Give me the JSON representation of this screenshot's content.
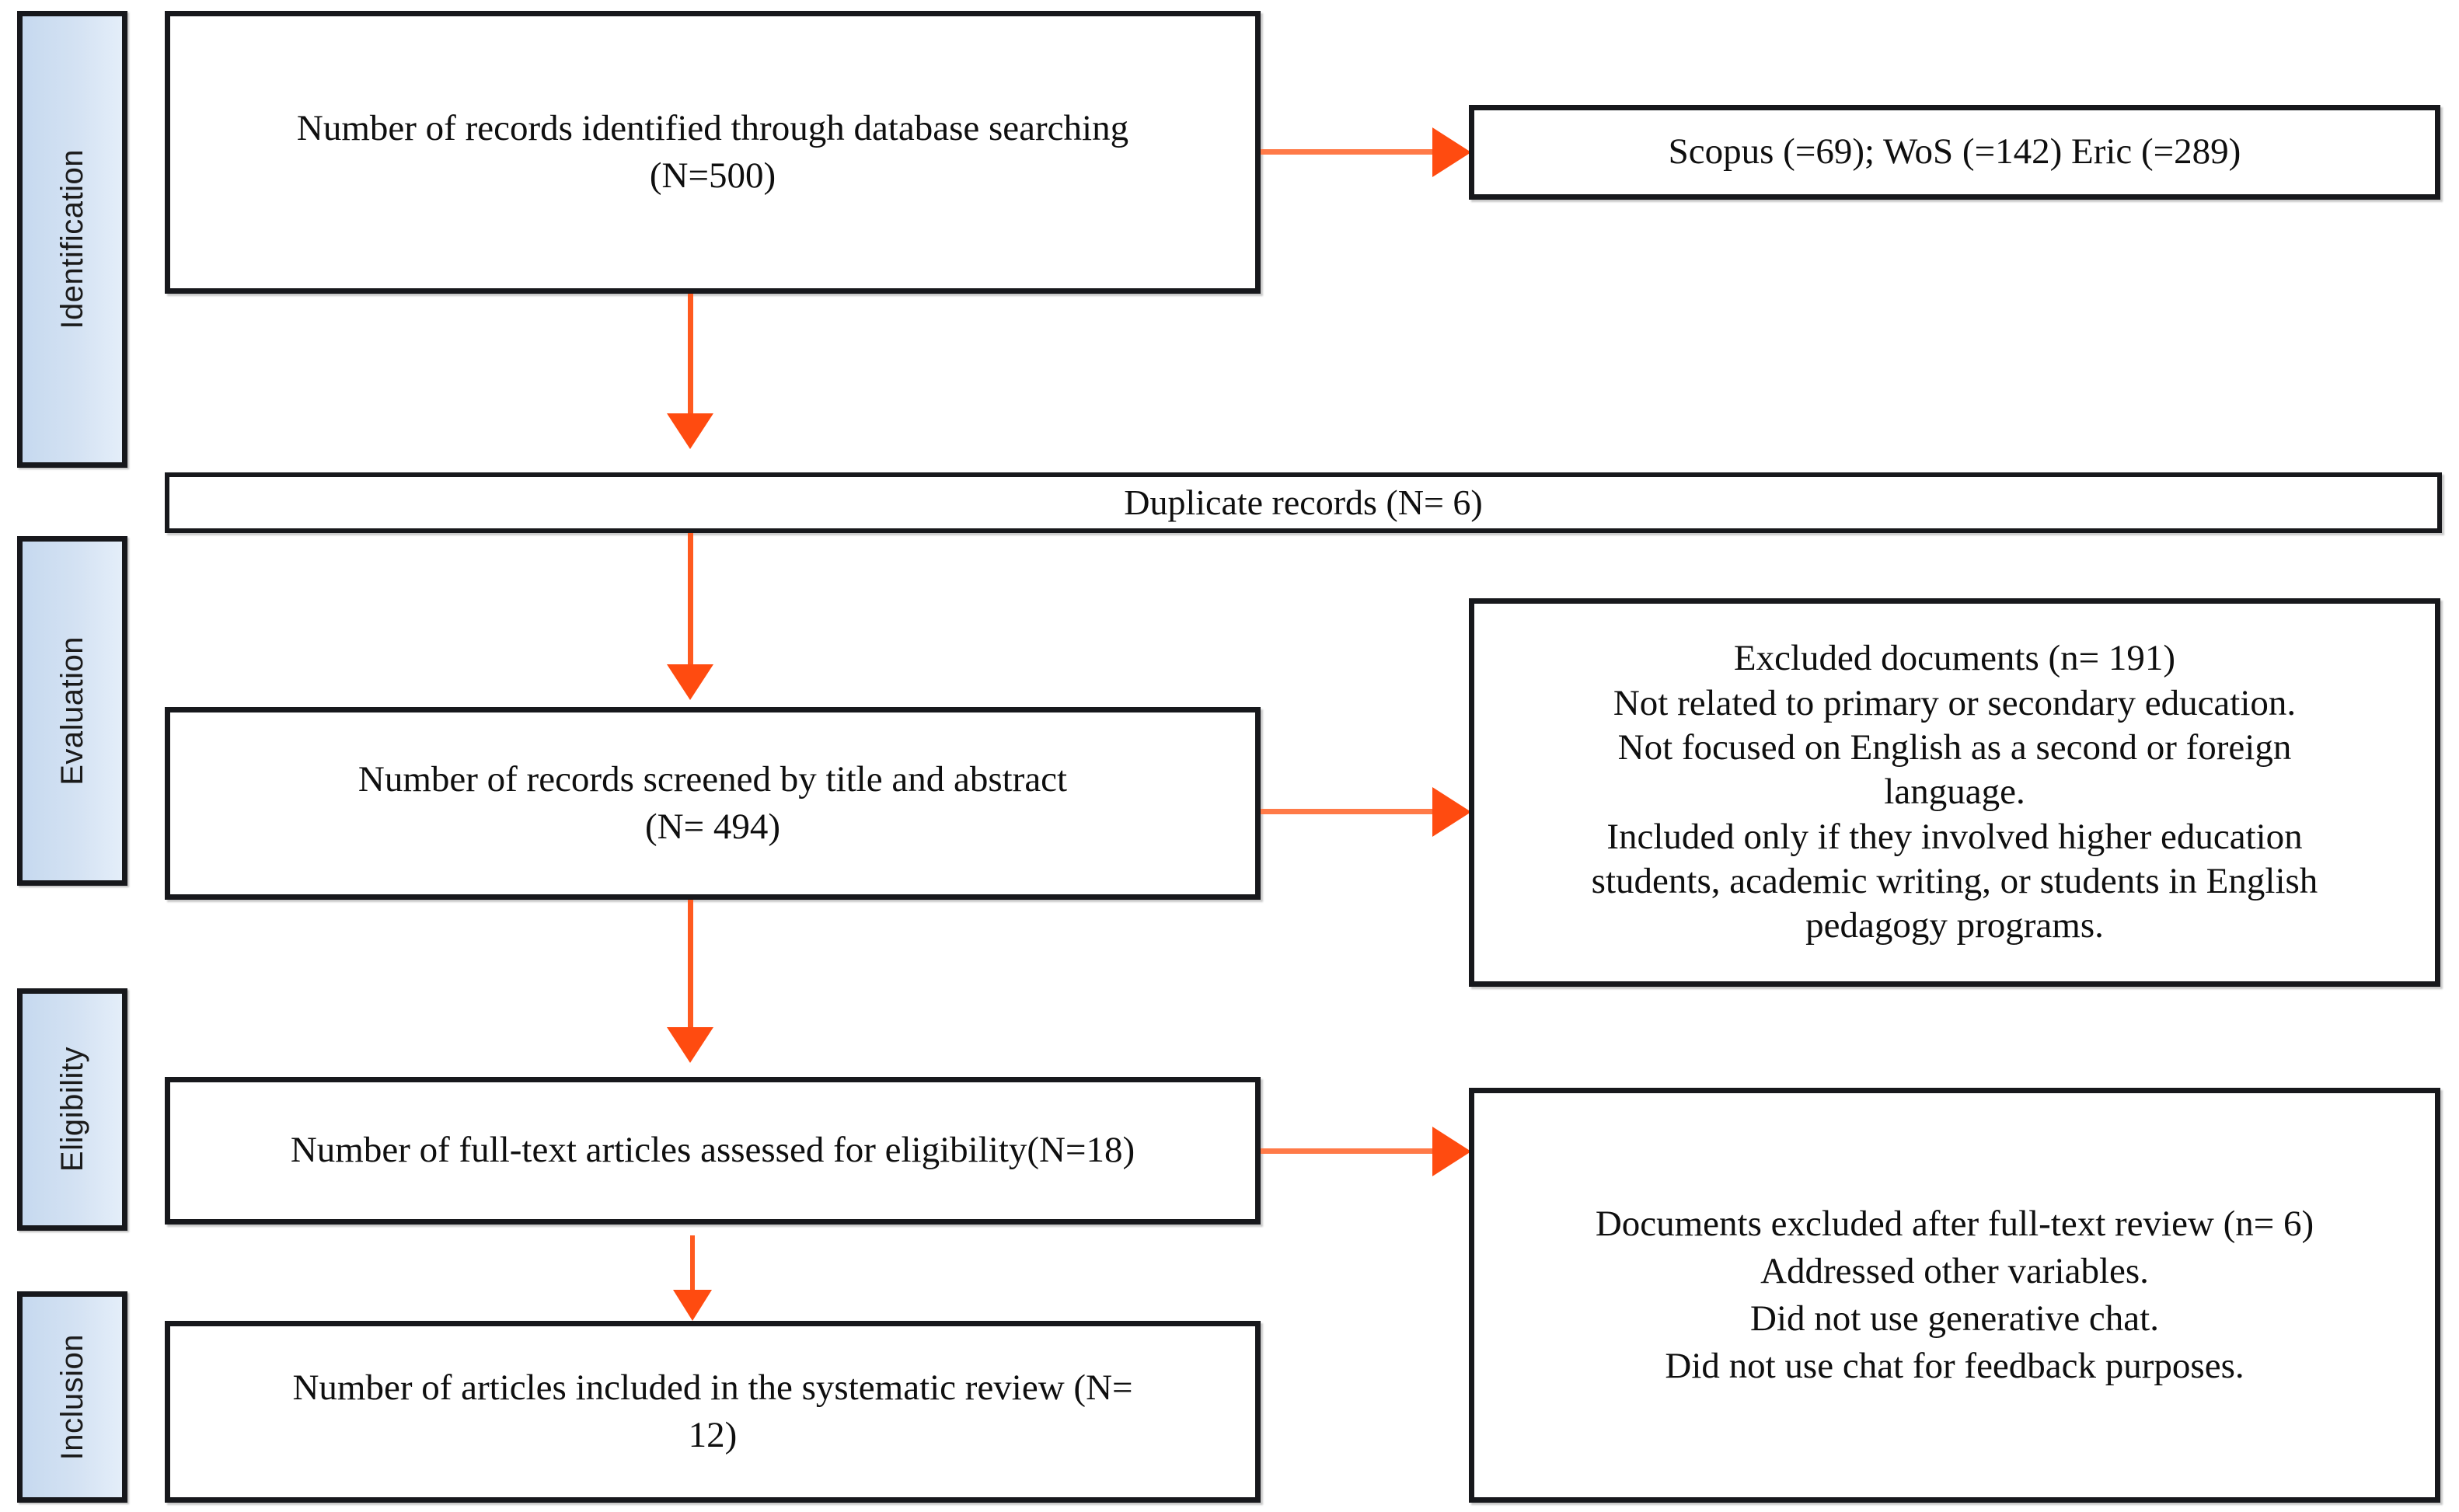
{
  "diagram": {
    "title": "PRISMA systematic review flow diagram",
    "accent_arrow_color": "#ff4b10",
    "phase_fill_color": "#c6d9ef",
    "box_border_color": "#17181c"
  },
  "phases": [
    {
      "label": "Identification"
    },
    {
      "label": "Evaluation"
    },
    {
      "label": "Eligibility"
    },
    {
      "label": "Inclusion"
    }
  ],
  "boxes": {
    "identified": {
      "text": "Number of records identified through database searching\n(N=500)"
    },
    "databases": {
      "text": "Scopus (=69); WoS (=142) Eric (=289)"
    },
    "duplicates": {
      "text": "Duplicate records (N= 6)"
    },
    "screened": {
      "text": "Number of records screened by title and abstract\n(N= 494)"
    },
    "excluded_screening": {
      "text": "Excluded documents (n= 191)\nNot related to primary or secondary education.\nNot focused on English as a second or foreign\nlanguage.\nIncluded only if they involved higher education\nstudents, academic writing, or students in English\npedagogy programs."
    },
    "fulltext": {
      "text": "Number of full-text articles assessed for eligibility(N=18)"
    },
    "excluded_fulltext": {
      "text": "Documents excluded after full-text review (n= 6)\nAddressed other variables.\nDid not use generative chat.\nDid not use chat for feedback purposes."
    },
    "included": {
      "text": "Number of articles included in the systematic review (N=\n12)"
    }
  },
  "counts": {
    "records_identified": 500,
    "scopus": 69,
    "wos": 142,
    "eric": 289,
    "duplicates": 6,
    "screened": 494,
    "excluded_screening": 191,
    "fulltext_assessed": 18,
    "excluded_fulltext": 6,
    "included": 12
  }
}
